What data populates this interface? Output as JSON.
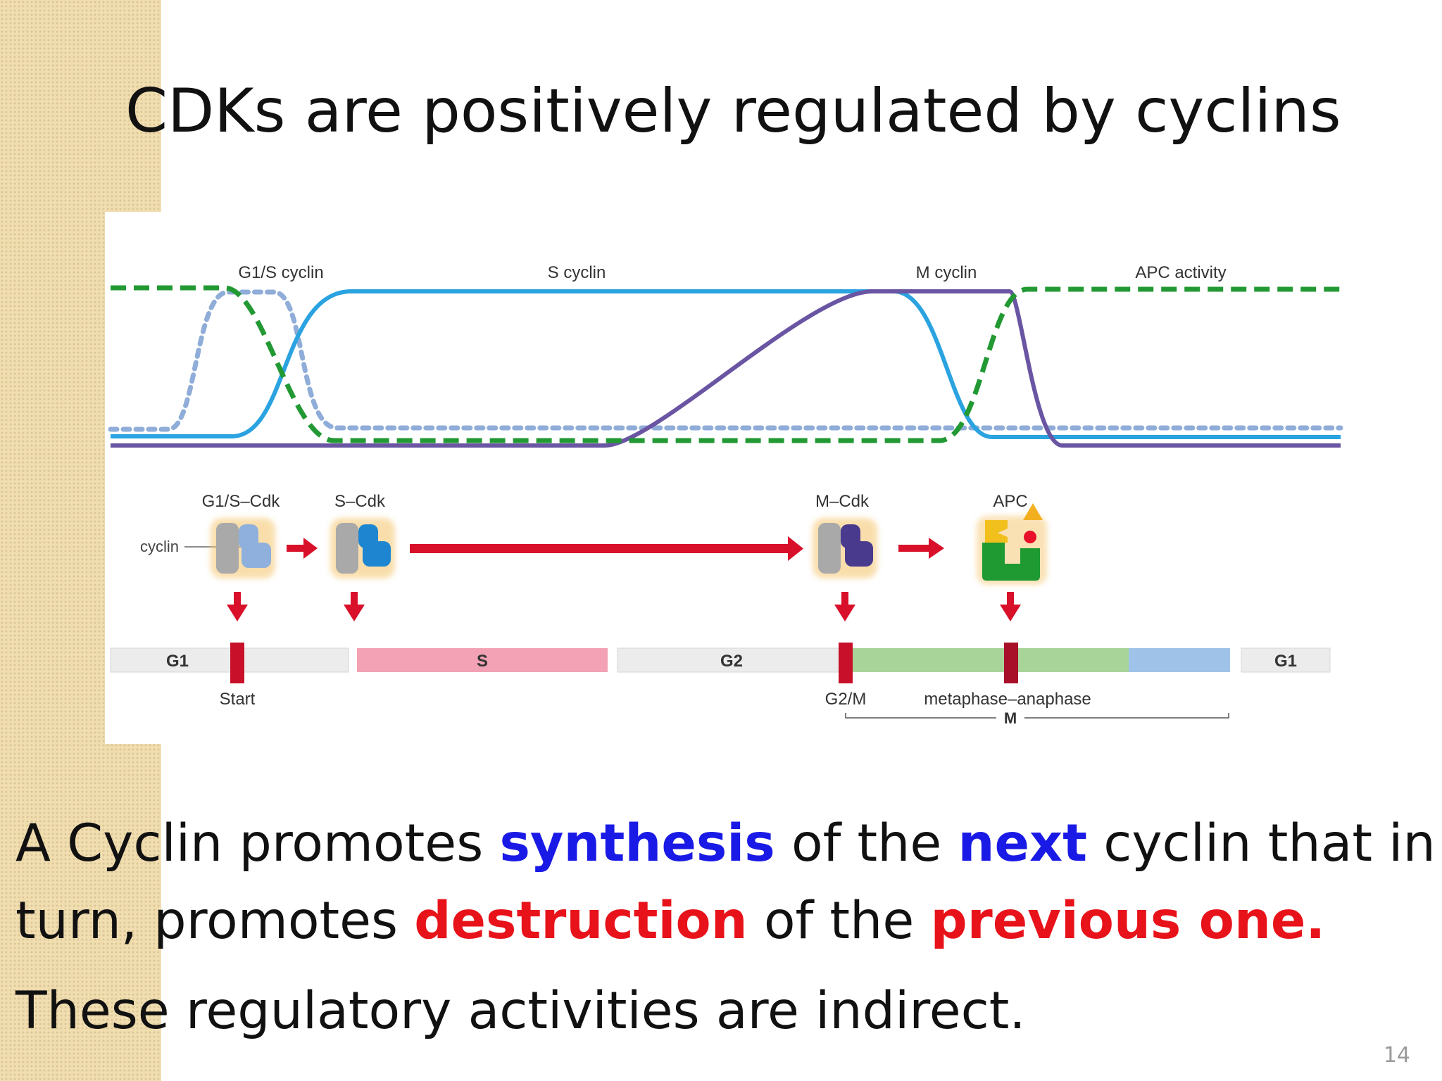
{
  "slide": {
    "title": "CDKs are positively regulated by cyclins",
    "page_number": "14"
  },
  "diagram": {
    "curve_labels": {
      "g1s_cyclin": "G1/S cyclin",
      "s_cyclin": "S cyclin",
      "m_cyclin": "M cyclin",
      "apc_activity": "APC activity"
    },
    "complex_labels": {
      "g1s_cdk": "G1/S–Cdk",
      "s_cdk": "S–Cdk",
      "m_cdk": "M–Cdk",
      "apc": "APC",
      "cyclin_callout": "cyclin"
    },
    "phases": {
      "g1": "G1",
      "s": "S",
      "g2": "G2",
      "g1_end": "G1",
      "m": "M"
    },
    "checkpoints": {
      "start": "Start",
      "g2m": "G2/M",
      "metaphase_anaphase": "metaphase–anaphase"
    },
    "colors": {
      "g1s_cyclin": "#8fadd8",
      "s_cyclin": "#2aa3e0",
      "m_cyclin": "#6a55a3",
      "apc_activity": "#229933",
      "arrow_red": "#d8102a",
      "s_phase": "#f2a2b4",
      "m_phase_green": "#a8d49a",
      "m_phase_blue": "#9fc3e8",
      "neutral_phase": "#ececec"
    }
  },
  "body": {
    "line1": {
      "part1": "A Cyclin promotes ",
      "synthesis": "synthesis",
      "part2": " of the ",
      "next": "next",
      "part3": " cyclin that in"
    },
    "line2": {
      "part1": "turn, promotes ",
      "destruction": "destruction",
      "part2": " of the ",
      "previous_one": "previous one."
    },
    "line3": "These regulatory activities are indirect."
  }
}
